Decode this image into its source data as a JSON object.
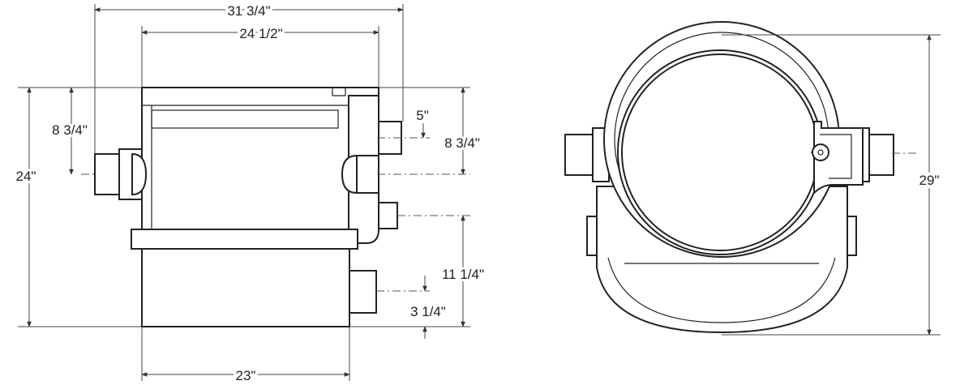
{
  "dimensions": {
    "overall_width": "31 3/4\"",
    "body_width": "24 1/2\"",
    "base_width": "23\"",
    "overall_height": "24\"",
    "inlet_left_height": "8 3/4\"",
    "top_outlet_offset": "5\"",
    "inlet_right_height": "8 3/4\"",
    "middle_outlet_height": "11 1/4\"",
    "bottom_outlet_height": "3 1/4\"",
    "top_view_depth": "29\""
  }
}
